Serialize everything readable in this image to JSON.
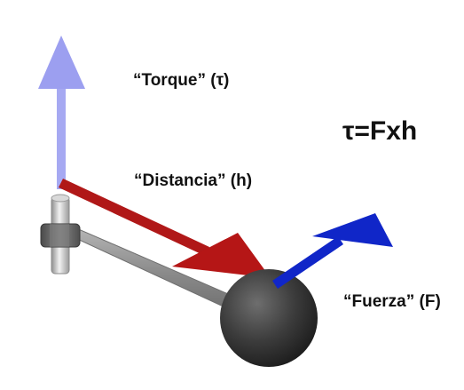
{
  "labels": {
    "torque": "“Torque” (τ)",
    "distance": "“Distancia” (h)",
    "force": "“Fuerza” (F)",
    "formula": "τ=Fxh"
  },
  "colors": {
    "torque_arrow": "#9c9ff0",
    "distance_arrow": "#b01818",
    "force_arrow": "#1026c8",
    "rod": "#8e8e8e",
    "ball": "#3a3a3a",
    "text": "#111111"
  }
}
